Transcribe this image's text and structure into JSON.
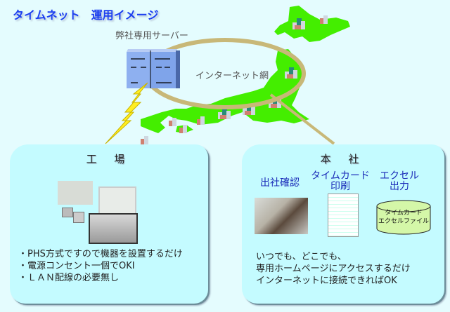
{
  "title": "タイムネット　運用イメージ",
  "diagram": {
    "server_label": "弊社専用サーバー",
    "internet_label": "インターネット網",
    "map_region": "Japan",
    "colors": {
      "background": "#e4fcfe",
      "map_green": "#44ee00",
      "ring": "#c8b878",
      "server_blue": "#8eb0f0",
      "bolt_yellow": "#ffee22",
      "panel": "#c4fbff",
      "title_blue": "#1c3ff0",
      "label_blue": "#1a2bb8"
    }
  },
  "factory": {
    "title": "工 場",
    "bullets": [
      "・PHS方式ですので機器を設置するだけ",
      "・電源コンセント一個でOKI",
      "・ＬＡＮ配線の必要無し"
    ]
  },
  "hq": {
    "title": "本 社",
    "features": [
      {
        "label_line1": "出社確認",
        "label_line2": ""
      },
      {
        "label_line1": "タイムカード",
        "label_line2": "印刷"
      },
      {
        "label_line1": "エクセル",
        "label_line2": "出力"
      }
    ],
    "cylinder_label_line1": "タイムカード",
    "cylinder_label_line2": "エクセルファイル",
    "text_lines": [
      "いつでも、どこでも、",
      "専用ホームページにアクセスするだけ",
      "インターネットに接続できればOK"
    ]
  }
}
